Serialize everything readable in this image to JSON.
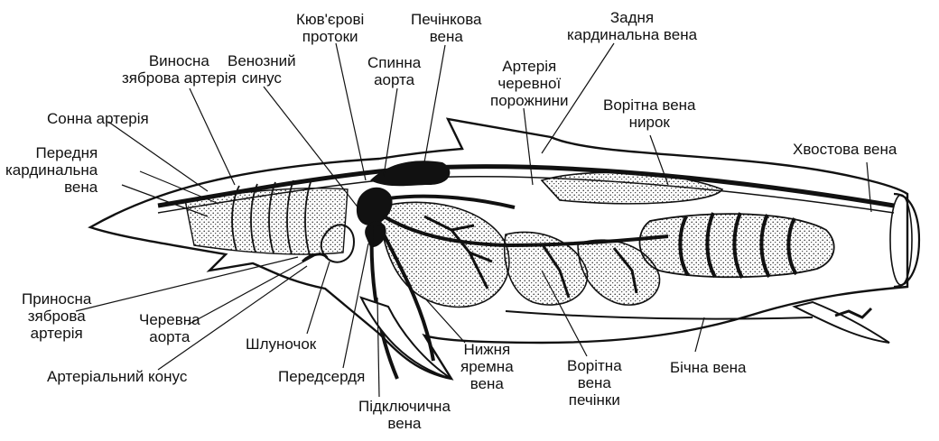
{
  "labels": {
    "kuvier_ducts": "Кюв'єрові\nпротоки",
    "hepatic_vein": "Печінкова\nвена",
    "posterior_cardinal": "Задня\nкардинальна вена",
    "efferent_branchial": "Виносна\nзяброва артерія",
    "sinus_venosus": "Венозний\nсинус",
    "dorsal_aorta": "Спинна\nаорта",
    "coeliac_artery": "Артерія\nчеревної\nпорожнини",
    "renal_portal": "Ворітна вена\nнирок",
    "carotid_artery": "Сонна артерія",
    "anterior_cardinal": "Передня\nкардинальна\nвена",
    "caudal_vein": "Хвостова вена",
    "afferent_branchial": "Приносна\nзяброва\nартерія",
    "ventral_aorta": "Черевна\nаорта",
    "ventricle": "Шлуночок",
    "conus_arteriosus": "Артеріальний конус",
    "atrium": "Передсердя",
    "subclavian_vein": "Підключична\nвена",
    "inferior_jugular": "Нижня\nяремна\nвена",
    "hepatic_portal": "Ворітна\nвена\nпечінки",
    "lateral_vein": "Бічна вена"
  }
}
